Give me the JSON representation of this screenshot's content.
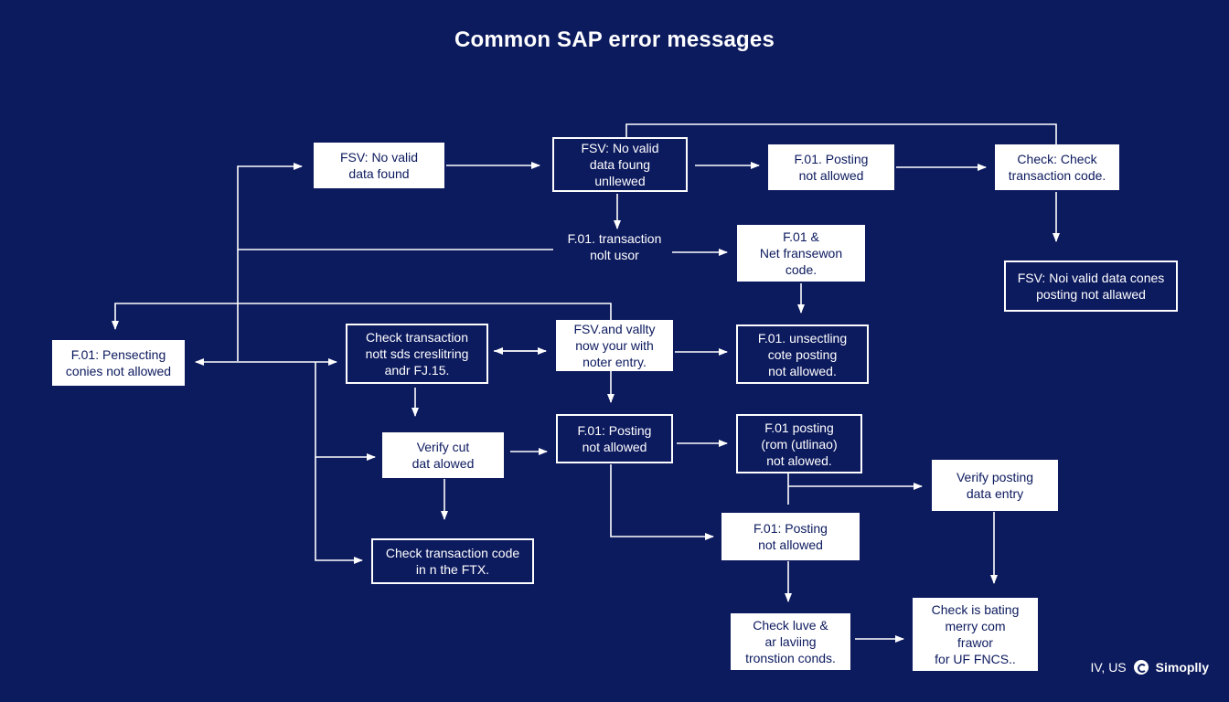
{
  "title": "Common SAP error messages",
  "nodes": {
    "n1": "FSV: No valid\ndata found",
    "n2": "FSV: No valid\ndata foung\nunllewed",
    "n3": "F.01. Posting\nnot allowed",
    "n4": "Check: Check\ntransaction code.",
    "n5": "F.01. transaction\nnolt usor",
    "n6": "F.01 &\nNet fransewon\ncode.",
    "n7": "FSV: Noi valid data cones\nposting not allawed",
    "n8": "F.01: Pensecting\nconies not allowed",
    "n9": "Check transaction\nnott sds creslitring\nandr FJ.15.",
    "n10": "FSV.and vallty\nnow your with\nnoter entry.",
    "n11": "F.01. unsectling\ncote posting\nnot allowed.",
    "n12": "Verify cut\ndat alowed",
    "n13": "F.01: Posting\nnot allowed",
    "n14": "F.01 posting\n(rom (utlinao)\nnot alowed.",
    "n15": "Verify posting\ndata entry",
    "n16": "F.01: Posting\nnot allowed",
    "n17": "Check transaction code\nin n the FTX.",
    "n18": "Check luve &\nar laviing\ntronstion conds.",
    "n19": "Check is bating\nmerry com\nfrawor\nfor UF FNCS.."
  },
  "brand": {
    "prefix": "IV, US",
    "name": "Simoplly"
  },
  "colors": {
    "background": "#0c1a5e",
    "foreground": "#ffffff"
  }
}
